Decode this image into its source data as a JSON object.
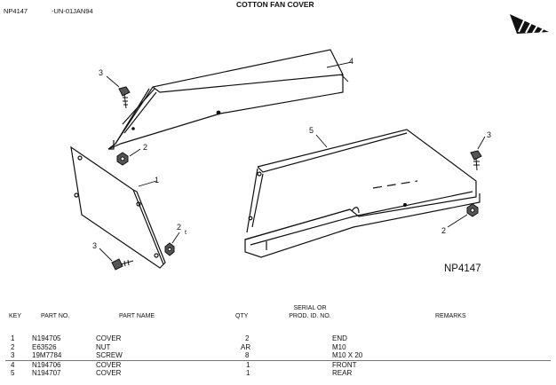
{
  "header": {
    "plate_code": "NP4147",
    "plate_ref": "-UN-01JAN94",
    "title": "COTTON FAN COVER"
  },
  "figure": {
    "plate_label": "NP4147",
    "callouts": [
      "3",
      "4",
      "2",
      "1",
      "5",
      "3",
      "2",
      "3",
      "2"
    ],
    "callout_t": "t"
  },
  "table": {
    "columns": {
      "key": "KEY",
      "part_no": "PART NO.",
      "part_name": "PART NAME",
      "qty": "QTY",
      "serial_1": "SERIAL OR",
      "serial_2": "PROD. ID. NO.",
      "remarks": "REMARKS"
    },
    "rows": [
      {
        "key": "1",
        "part_no": "N194705",
        "part_name": "COVER",
        "qty": "2",
        "serial": "",
        "remarks": "END"
      },
      {
        "key": "2",
        "part_no": "E63526",
        "part_name": "NUT",
        "qty": "AR",
        "serial": "",
        "remarks": "M10"
      },
      {
        "key": "3",
        "part_no": "19M7784",
        "part_name": "SCREW",
        "qty": "8",
        "serial": "",
        "remarks": "M10 X 20"
      },
      {
        "key": "4",
        "part_no": "N194706",
        "part_name": "COVER",
        "qty": "1",
        "serial": "",
        "remarks": "FRONT"
      },
      {
        "key": "5",
        "part_no": "N194707",
        "part_name": "COVER",
        "qty": "1",
        "serial": "",
        "remarks": "REAR"
      }
    ]
  }
}
